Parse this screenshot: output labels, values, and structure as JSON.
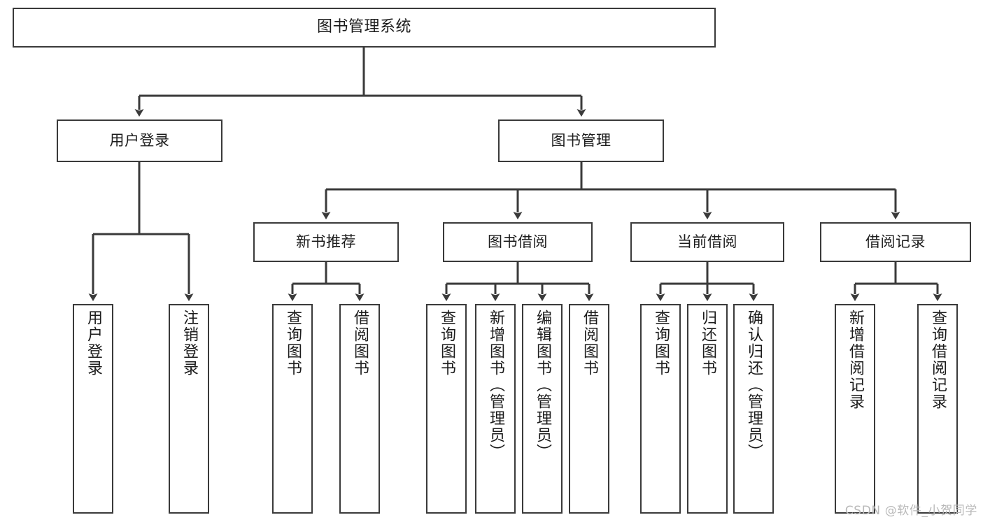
{
  "diagram": {
    "title": "图书管理系统",
    "type": "tree-hierarchy-diagram",
    "colors": {
      "border": "#3a3a3a",
      "background": "#ffffff",
      "text": "#1c1c1c",
      "watermark": "#b9b9b9"
    },
    "watermark": "CSDN @软件_小贺同学",
    "nodes": {
      "root": {
        "label": "图书管理系统"
      },
      "level1": [
        {
          "label": "用户登录"
        },
        {
          "label": "图书管理"
        }
      ],
      "level2": [
        {
          "label": "新书推荐"
        },
        {
          "label": "图书借阅"
        },
        {
          "label": "当前借阅"
        },
        {
          "label": "借阅记录"
        }
      ],
      "leaves_user_login": [
        {
          "label": "用户登录"
        },
        {
          "label": "注销登录"
        }
      ],
      "leaves_new_book": [
        {
          "label": "查询图书"
        },
        {
          "label": "借阅图书"
        }
      ],
      "leaves_borrow": [
        {
          "label": "查询图书"
        },
        {
          "label": "新增图书（管理员）"
        },
        {
          "label": "编辑图书（管理员）"
        },
        {
          "label": "借阅图书"
        }
      ],
      "leaves_current": [
        {
          "label": "查询图书"
        },
        {
          "label": "归还图书"
        },
        {
          "label": "确认归还（管理员）"
        }
      ],
      "leaves_records": [
        {
          "label": "新增借阅记录"
        },
        {
          "label": "查询借阅记录"
        }
      ]
    }
  }
}
